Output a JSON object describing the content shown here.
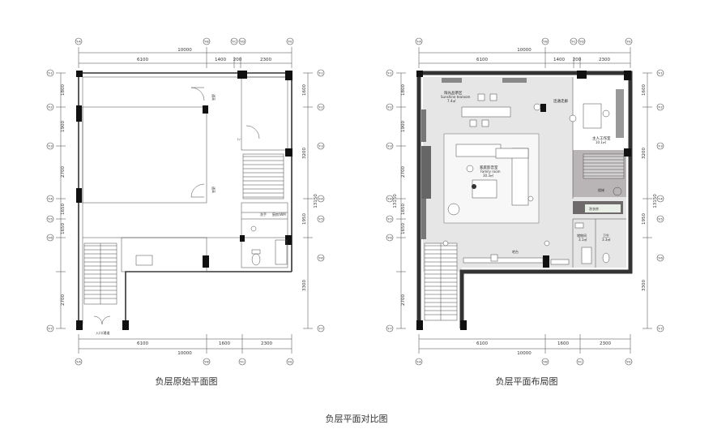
{
  "captions": {
    "left": "负层原始平面图",
    "right": "负层平面布局图",
    "bottom": "负层平面对比图"
  },
  "dims": {
    "total_w": "10000",
    "top_segments": [
      "6100",
      "1400",
      "200",
      "2300"
    ],
    "bottom_segments": [
      "6100",
      "1600",
      "2300"
    ],
    "left_segments": [
      "1800",
      "1900",
      "2700",
      "1650",
      "1650",
      "2700"
    ],
    "left_total": "13150",
    "right_segments": [
      "1600",
      "3200",
      "1950",
      "3300"
    ],
    "right_total": "13150"
  },
  "axes": {
    "top": [
      "Y-A",
      "Y-B",
      "Y-C",
      "Y-D",
      "Y-E"
    ],
    "bottom": [
      "Y-A",
      "Y-B",
      "Y-C",
      "Y-E"
    ],
    "side": [
      "Y-1",
      "Y-2",
      "Y-3",
      "Y-4",
      "Y-5",
      "Y-6",
      "Y-7"
    ]
  },
  "left_plan": {
    "labels": {
      "room_a": "通高",
      "room_b": "通高",
      "stair_up": "上",
      "wash": "洗手",
      "appliance": "厨房/WM",
      "entry": "入口/通道"
    }
  },
  "right_plan": {
    "labels": {
      "sunroom": "阳光品茶区",
      "sunroom_en": "Sunshine tearoom",
      "sunroom_area": "7.4㎡",
      "corridor": "连通走廊",
      "study": "主人工作室",
      "study_area": "10.1㎡",
      "family": "家庭影音室",
      "family_en": "Family room",
      "family_area": "30.3㎡",
      "stair": "楼梯",
      "laundry": "洗衣房",
      "storage": "储物间",
      "storage_area": "3.1㎡",
      "wc": "卫生",
      "wc_area": "3.3㎡",
      "bar": "吧台"
    }
  }
}
